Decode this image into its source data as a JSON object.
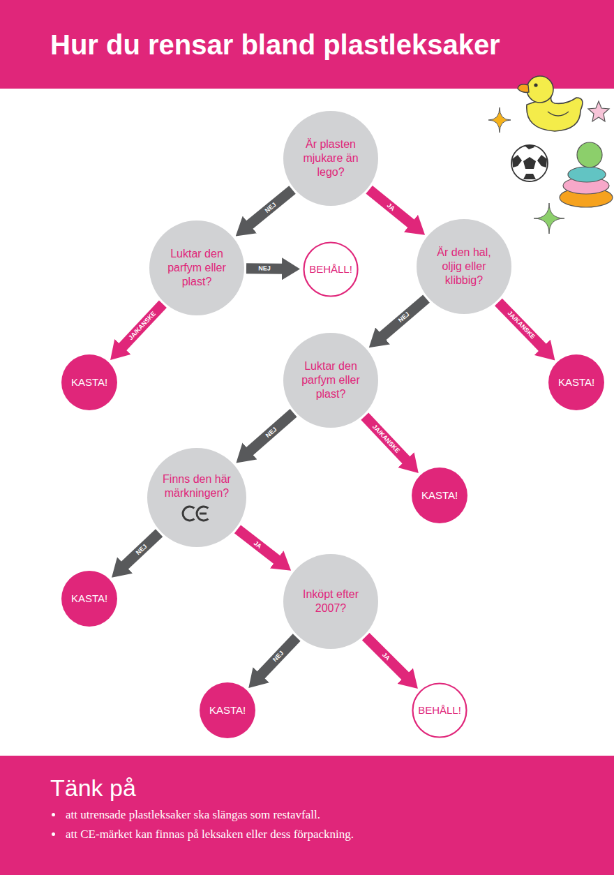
{
  "diagram": {
    "title": "Hur du rensar bland plastleksaker",
    "nodes": [
      {
        "text": [
          "Är plasten mjukare än lego?"
        ]
      },
      {
        "text": [
          "Luktar den parfym eller plast?"
        ]
      },
      {
        "text": [
          "BEHÅLL!"
        ]
      },
      {
        "text": [
          "Är den hal, oljig eller klibbig?"
        ]
      },
      {
        "text": [
          "KASTA!"
        ]
      },
      {
        "text": [
          "Luktar den parfym eller plast?"
        ]
      },
      {
        "text": [
          "KASTA!"
        ]
      },
      {
        "text": [
          "Finns den här märkningen?"
        ]
      },
      {
        "text": [
          "KASTA!"
        ]
      },
      {
        "text": [
          "KASTA!"
        ]
      },
      {
        "text": [
          "Inköpt efter 2007?"
        ]
      },
      {
        "text": [
          "KASTA!"
        ]
      },
      {
        "text": [
          "BEHÅLL!"
        ]
      },
      {
        "text": [
          "Tänk på",
          "att utrensade plastleksaker ska slängas som restavfall.",
          "att CE-märket kan finnas på leksaken eller dess förpackning."
        ]
      }
    ],
    "edges": [
      {
        "from": 0,
        "to": 1,
        "arrow": "to",
        "label": "NEJ"
      },
      {
        "from": 0,
        "to": 3,
        "arrow": "to",
        "label": "JA"
      },
      {
        "from": 1,
        "to": 2,
        "arrow": "to",
        "label": "NEJ"
      },
      {
        "from": 1,
        "to": 4,
        "arrow": "to",
        "label": "JA/KANSKE"
      },
      {
        "from": 3,
        "to": 5,
        "arrow": "to",
        "label": "NEJ"
      },
      {
        "from": 3,
        "to": 6,
        "arrow": "to",
        "label": "JA/KANSKE"
      },
      {
        "from": 5,
        "to": 7,
        "arrow": "to",
        "label": "NEJ"
      },
      {
        "from": 5,
        "to": 8,
        "arrow": "to",
        "label": "JA/KANSKE"
      },
      {
        "from": 7,
        "to": 9,
        "arrow": "to",
        "label": "NEJ"
      },
      {
        "from": 7,
        "to": 10,
        "arrow": "to",
        "label": "JA"
      },
      {
        "from": 10,
        "to": 11,
        "arrow": "to",
        "label": "NEJ"
      },
      {
        "from": 10,
        "to": 12,
        "arrow": "to",
        "label": "JA"
      }
    ]
  }
}
